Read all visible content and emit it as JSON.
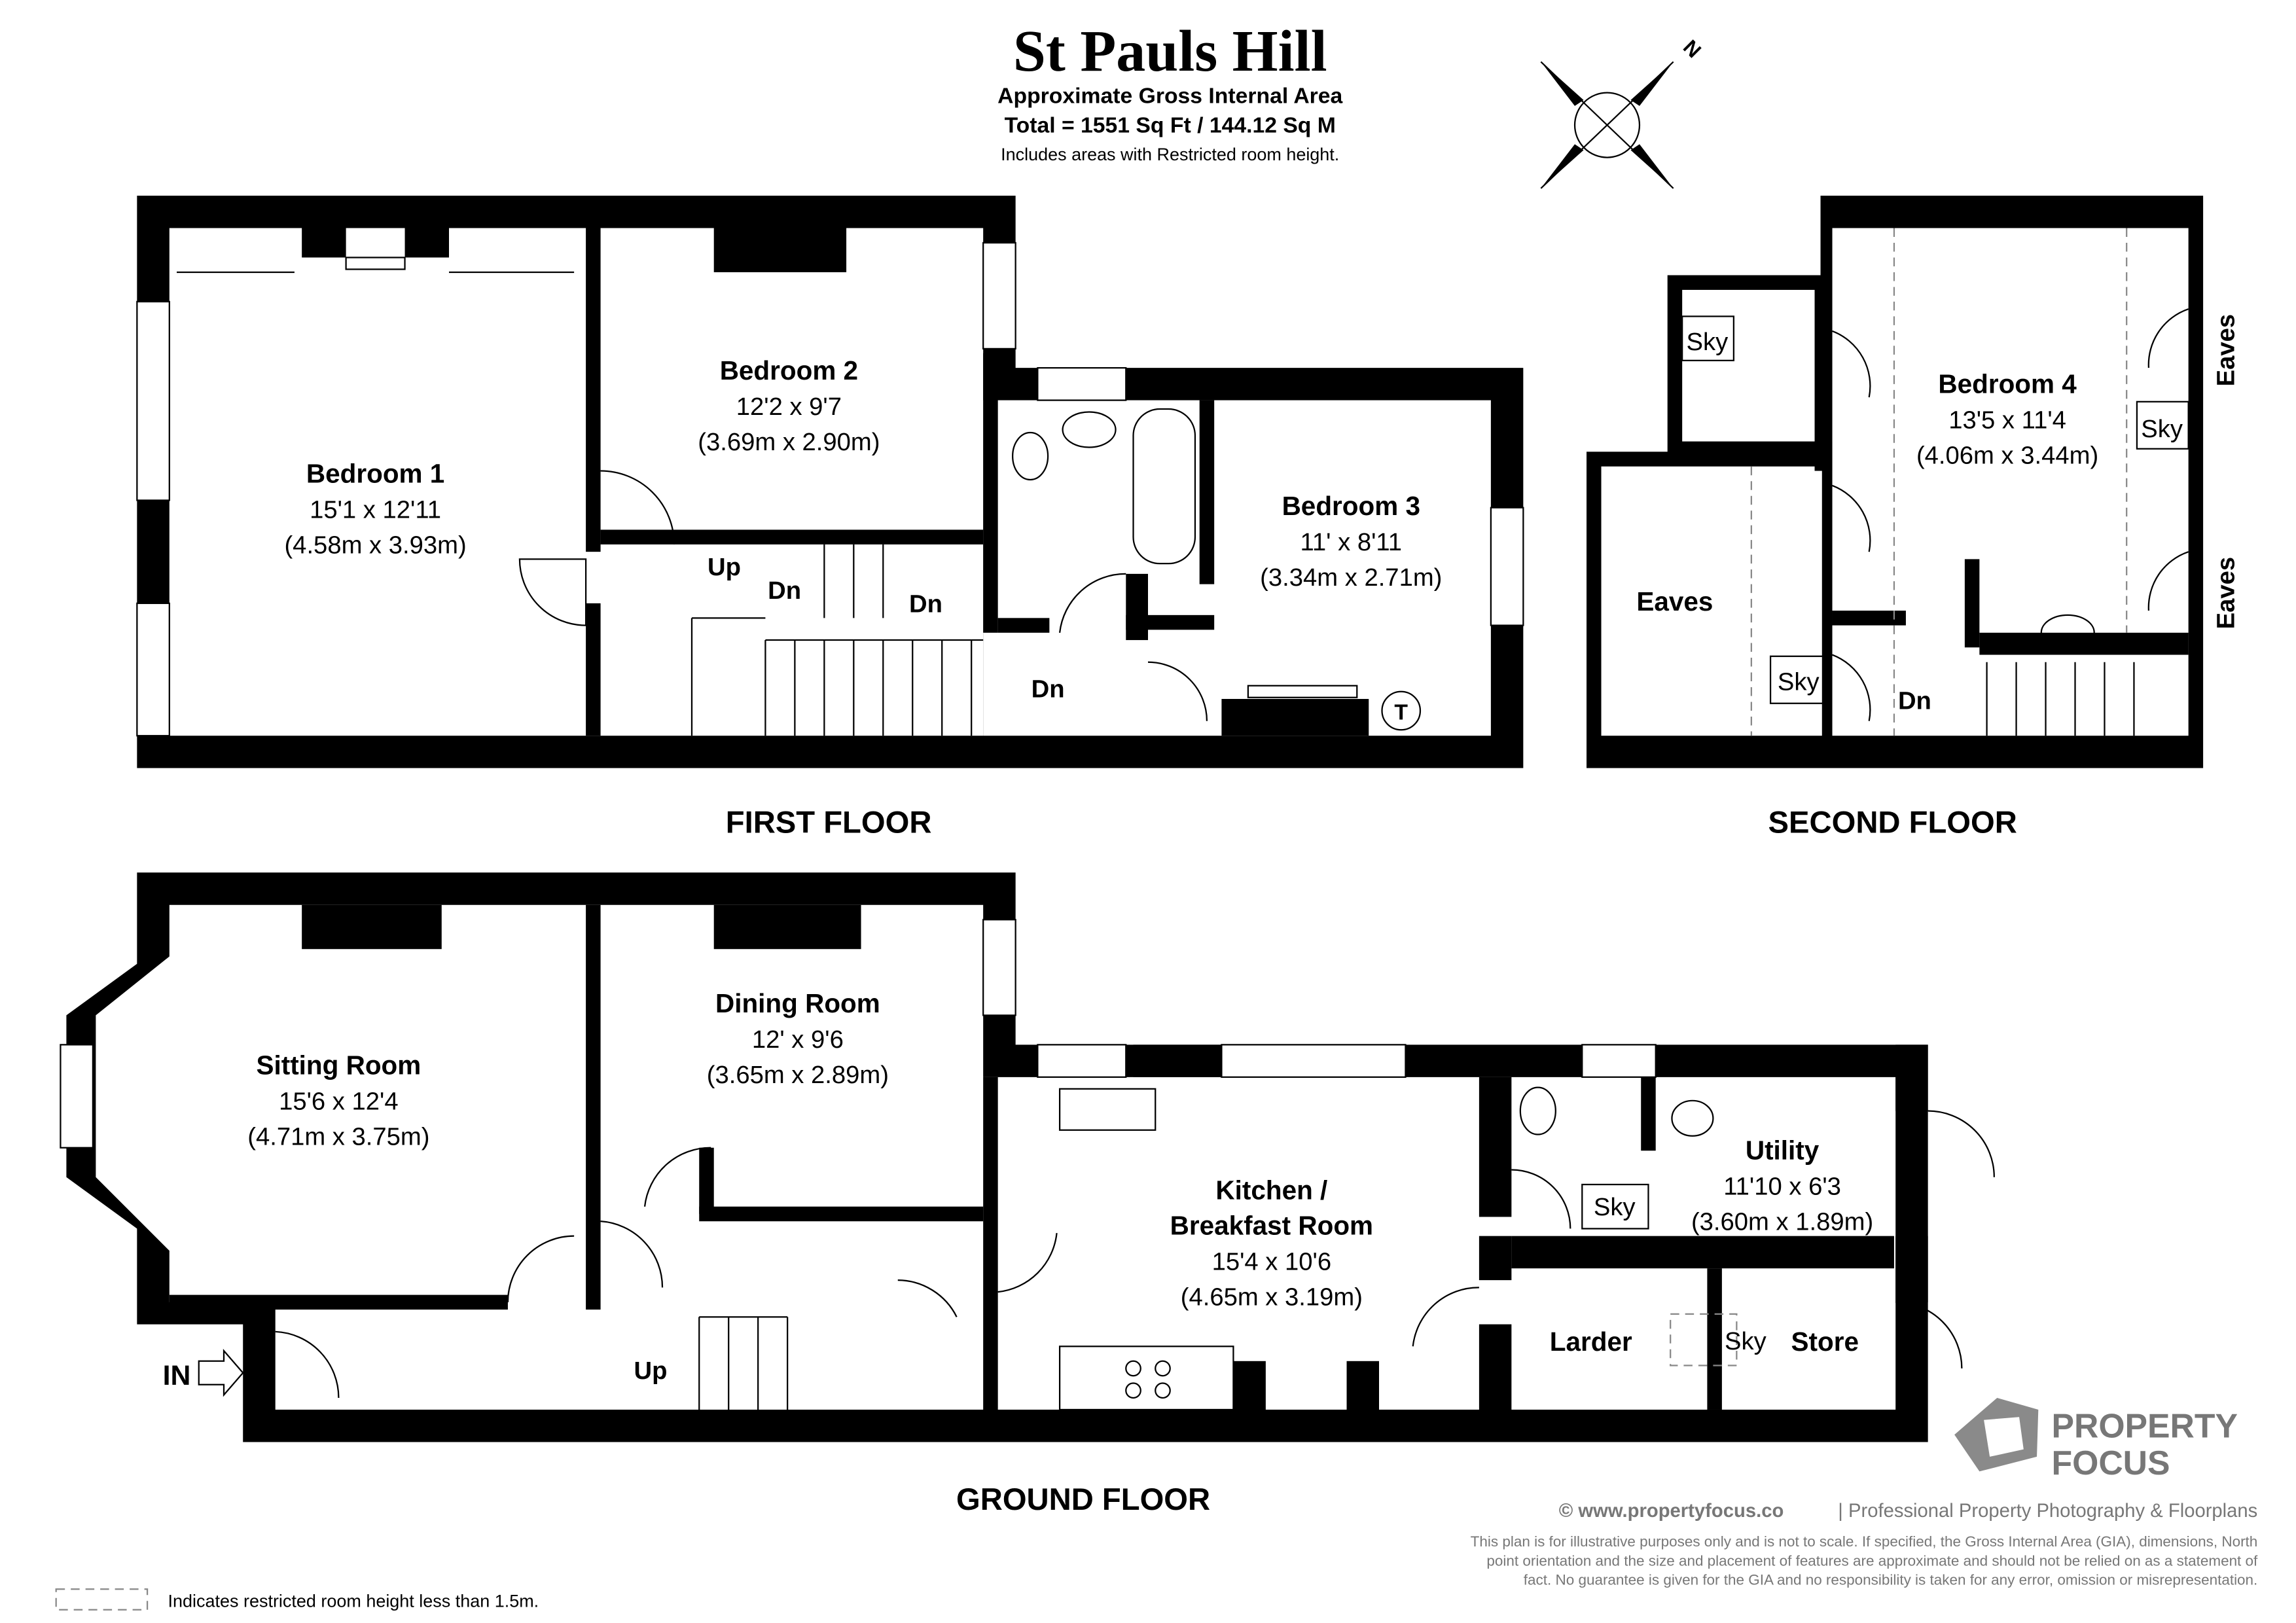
{
  "header": {
    "title": "St Pauls Hill",
    "subtitle": "Approximate Gross Internal Area",
    "total": "Total = 1551 Sq Ft / 144.12 Sq M",
    "note": "Includes areas with Restricted room height.",
    "compass_label": "N"
  },
  "first_floor": {
    "label": "FIRST FLOOR",
    "rooms": [
      {
        "name": "Bedroom 1",
        "imperial": "15'1 x 12'11",
        "metric": "(4.58m x 3.93m)"
      },
      {
        "name": "Bedroom 2",
        "imperial": "12'2 x 9'7",
        "metric": "(3.69m x 2.90m)"
      },
      {
        "name": "Bedroom 3",
        "imperial": "11' x 8'11",
        "metric": "(3.34m x 2.71m)"
      }
    ],
    "stairs": {
      "up": "Up",
      "dn1": "Dn",
      "dn2": "Dn",
      "dn3": "Dn"
    },
    "tank": "T"
  },
  "second_floor": {
    "label": "SECOND FLOOR",
    "rooms": [
      {
        "name": "Bedroom 4",
        "imperial": "13'5 x 11'4",
        "metric": "(4.06m x 3.44m)"
      }
    ],
    "eaves": "Eaves",
    "eaves_right_top": "Eaves",
    "eaves_right_bottom": "Eaves",
    "sky1": "Sky",
    "sky2": "Sky",
    "sky3": "Sky",
    "dn": "Dn"
  },
  "ground_floor": {
    "label": "GROUND FLOOR",
    "rooms": [
      {
        "name": "Sitting Room",
        "imperial": "15'6 x 12'4",
        "metric": "(4.71m x 3.75m)"
      },
      {
        "name": "Dining Room",
        "imperial": "12' x 9'6",
        "metric": "(3.65m x 2.89m)"
      },
      {
        "name": "Kitchen /",
        "name2": "Breakfast Room",
        "imperial": "15'4 x 10'6",
        "metric": "(4.65m x 3.19m)"
      },
      {
        "name": "Utility",
        "imperial": "11'10 x 6'3",
        "metric": "(3.60m x 1.89m)"
      }
    ],
    "larder": "Larder",
    "store": "Store",
    "sky1": "Sky",
    "sky2": "Sky",
    "up": "Up",
    "entrance": "IN"
  },
  "branding": {
    "logo_line1": "PROPERTY",
    "logo_line2": "FOCUS",
    "website": "© www.propertyfocus.co",
    "tagline": "| Professional Property Photography & Floorplans",
    "disclaimer": [
      "This plan is for illustrative purposes only and is not to scale. If specified, the Gross Internal Area (GIA), dimensions, North",
      "point orientation and the size and placement of features are approximate and should not be relied on as a statement of",
      "fact. No guarantee is given for the GIA and no responsibility is taken for any error, omission or misrepresentation."
    ],
    "logo_color": "#8a8a8a"
  },
  "legend": {
    "restricted": "Indicates restricted room height less than 1.5m."
  }
}
